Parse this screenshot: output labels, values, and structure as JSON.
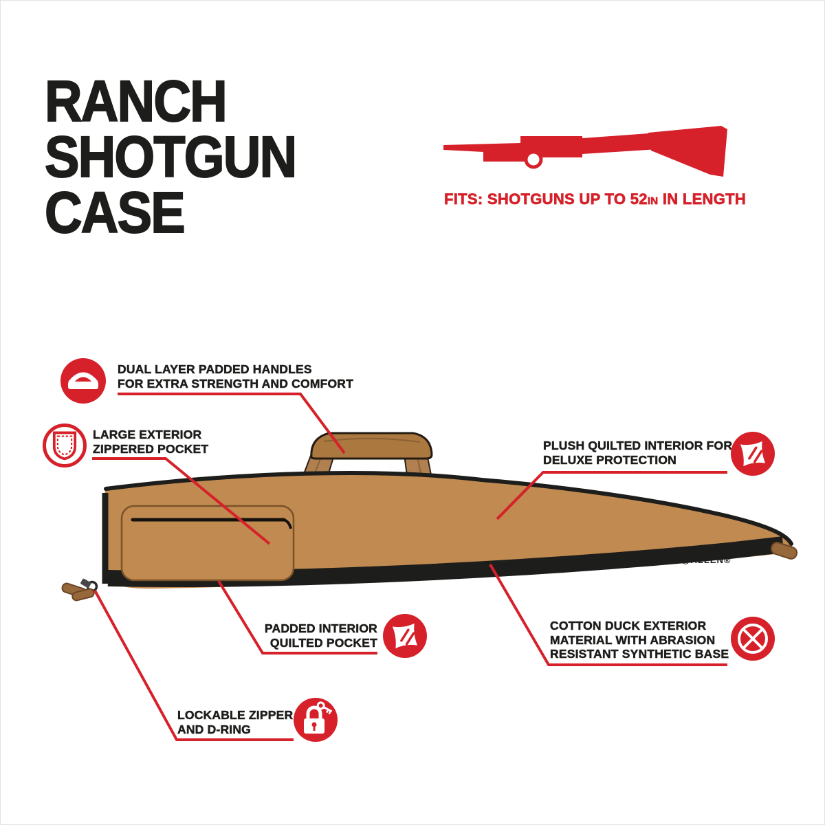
{
  "title": {
    "line1": "RANCH",
    "line2": "SHOTGUN",
    "line3": "CASE"
  },
  "fits": {
    "prefix": "FITS: SHOTGUNS UP TO 52",
    "unit": "IN",
    "suffix": " IN LENGTH"
  },
  "brand": {
    "logo_text": "ⒶALLEN®"
  },
  "callouts": {
    "handles": {
      "line1": "DUAL LAYER PADDED HANDLES",
      "line2": "FOR EXTRA STRENGTH AND COMFORT",
      "icon": "handle-icon"
    },
    "exterior_pocket": {
      "line1": "LARGE EXTERIOR",
      "line2": "ZIPPERED POCKET",
      "icon": "pocket-icon"
    },
    "plush_interior": {
      "line1": "PLUSH QUILTED INTERIOR FOR",
      "line2": "DELUXE PROTECTION",
      "icon": "pillow-icon"
    },
    "padded_pocket": {
      "line1": "PADDED INTERIOR",
      "line2": "QUILTED POCKET",
      "icon": "pillow-icon"
    },
    "cotton_duck": {
      "line1": "COTTON DUCK EXTERIOR",
      "line2": "MATERIAL WITH ABRASION",
      "line3": "RESISTANT SYNTHETIC BASE",
      "icon": "weave-icon"
    },
    "lockable_zipper": {
      "line1": "LOCKABLE ZIPPER",
      "line2": "AND D-RING",
      "icon": "lock-icon"
    }
  },
  "colors": {
    "accent_red": "#d6212a",
    "case_tan": "#c08a50",
    "trim_black": "#1d1d1b"
  }
}
